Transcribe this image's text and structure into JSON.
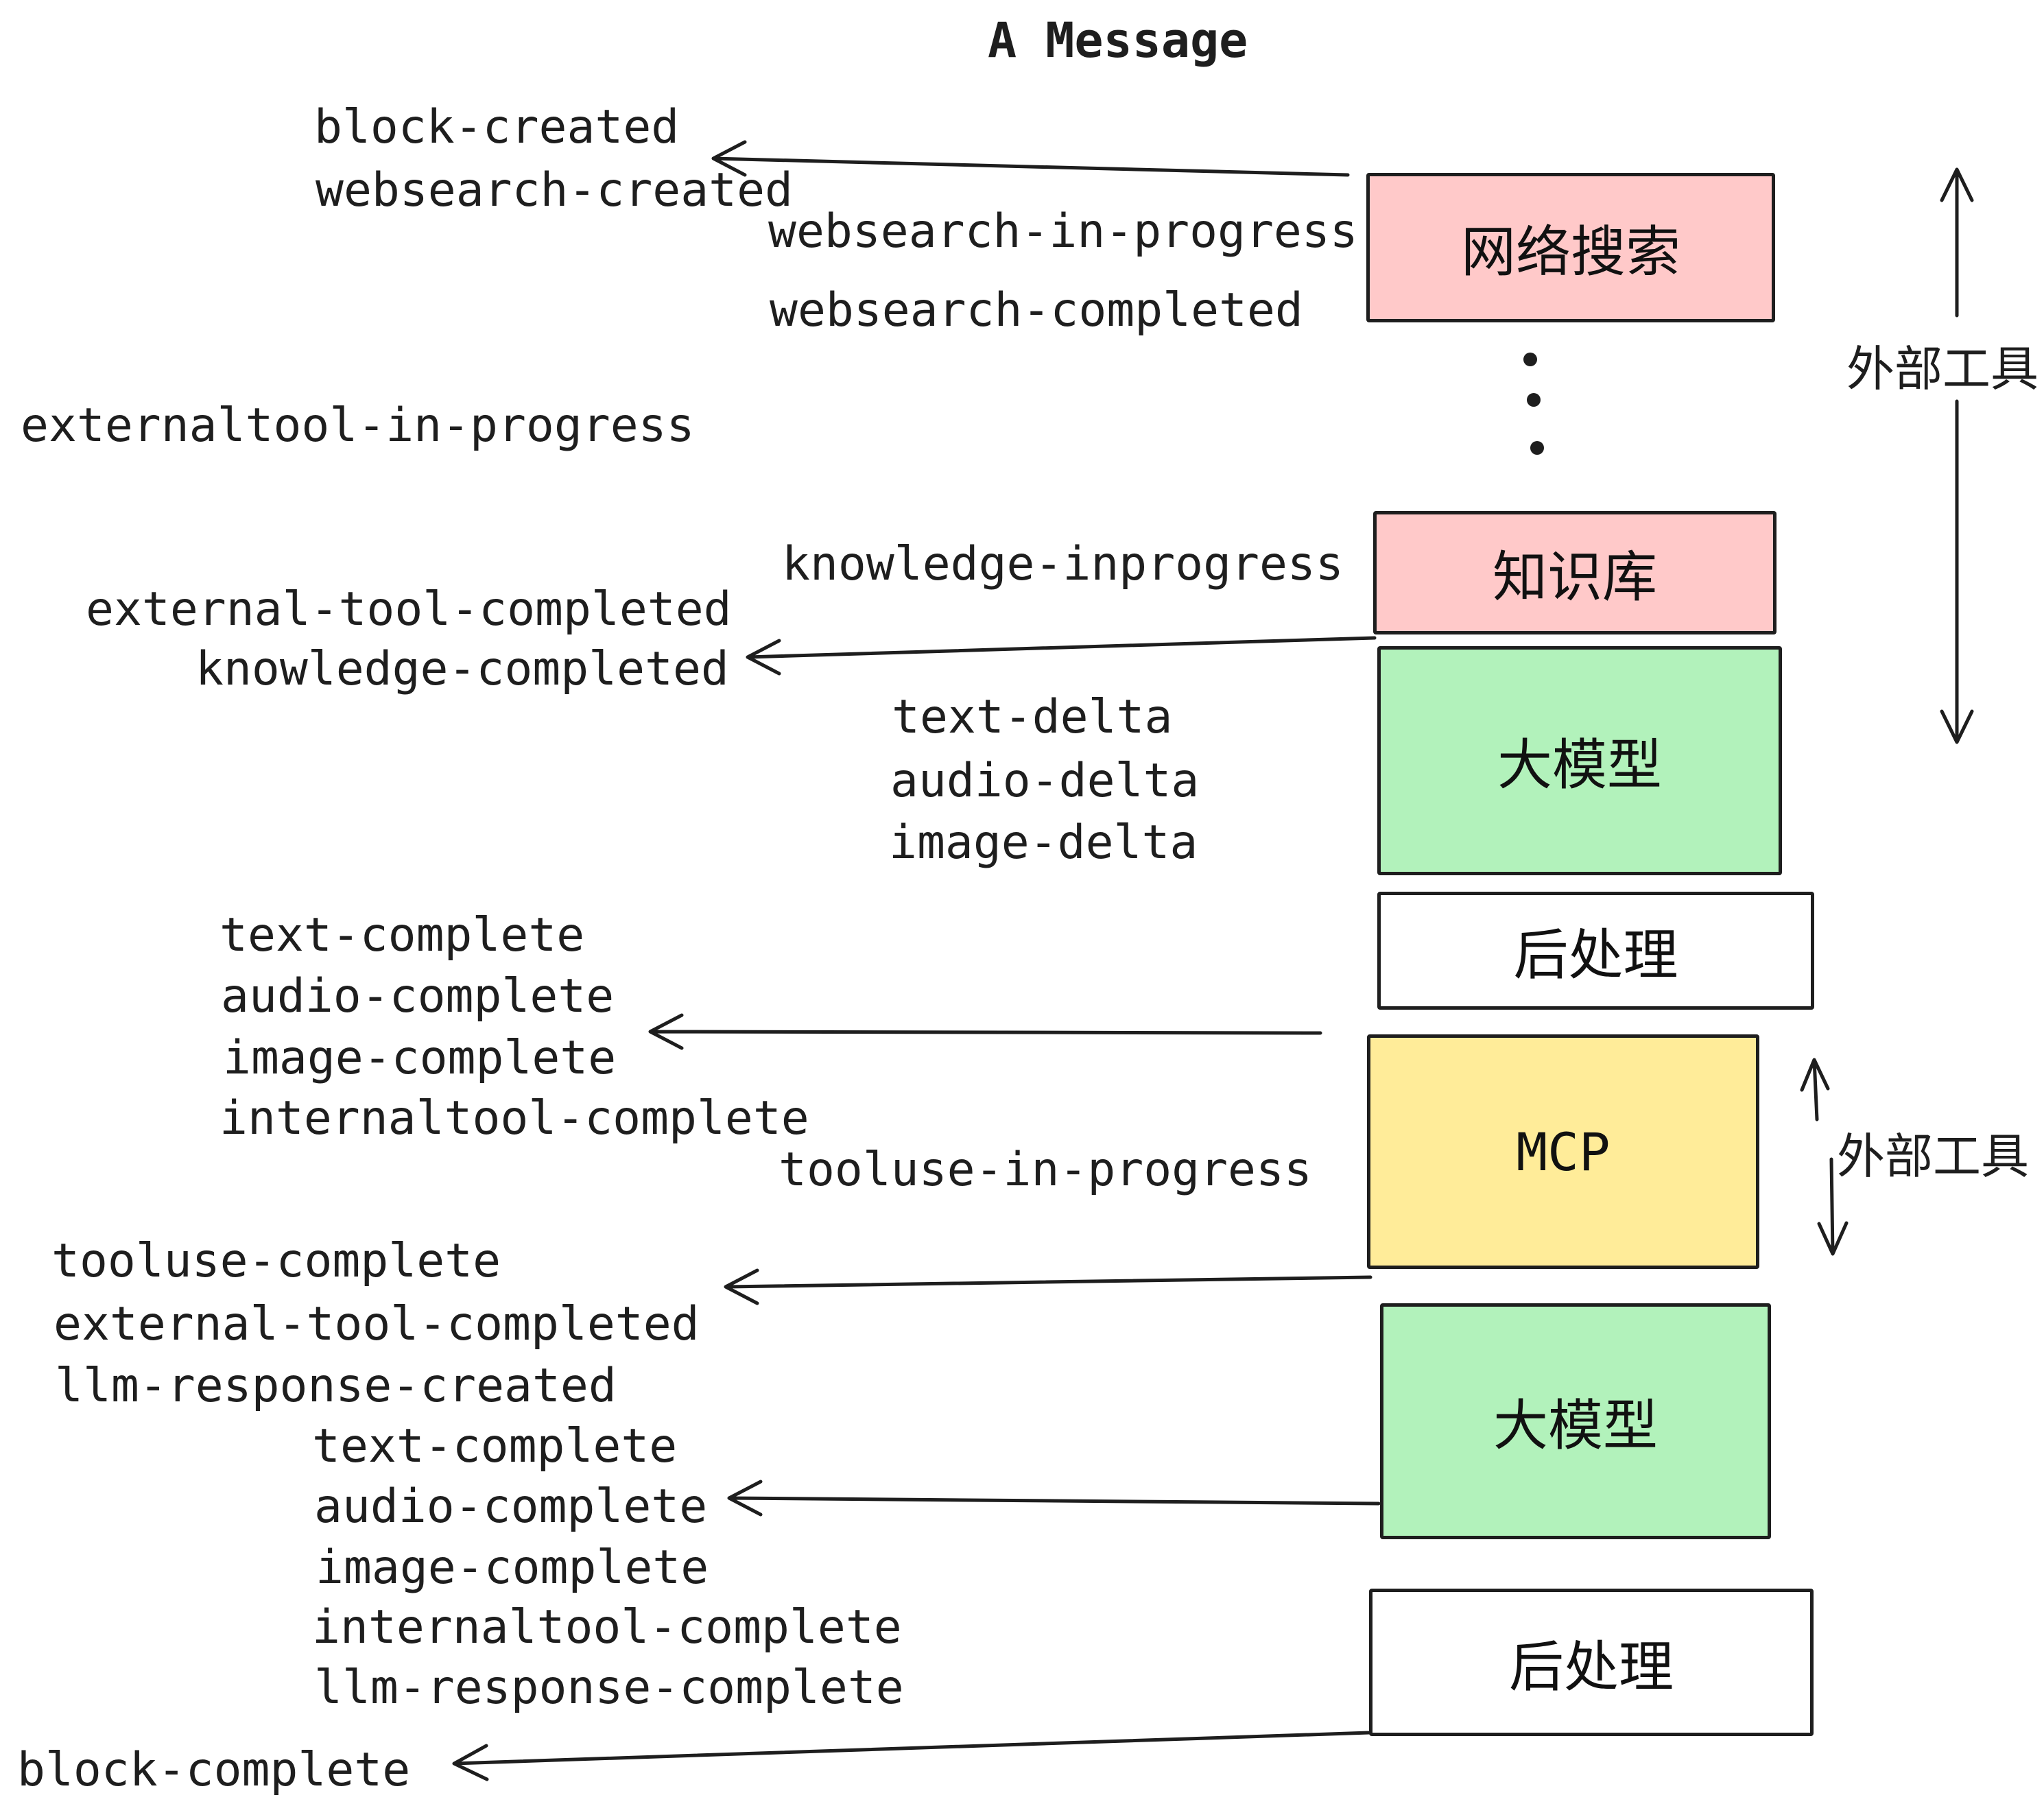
{
  "title": "A Message",
  "events": {
    "block_created": "block-created",
    "websearch_created": "websearch-created",
    "websearch_in_progress": "websearch-in-progress",
    "websearch_completed": "websearch-completed",
    "externaltool_in_progress": "externaltool-in-progress",
    "knowledge_inprogress": "knowledge-inprogress",
    "external_tool_completed": "external-tool-completed",
    "knowledge_completed": "knowledge-completed",
    "text_delta": "text-delta",
    "audio_delta": "audio-delta",
    "image_delta": "image-delta",
    "text_complete": "text-complete",
    "audio_complete": "audio-complete",
    "image_complete": "image-complete",
    "internaltool_complete": "internaltool-complete",
    "tooluse_in_progress": "tooluse-in-progress",
    "tooluse_complete": "tooluse-complete",
    "llm_response_created": "llm-response-created",
    "llm_response_complete": "llm-response-complete",
    "block_complete": "block-complete"
  },
  "boxes": {
    "websearch": "网络搜索",
    "knowledge": "知识库",
    "llm": "大模型",
    "post_process": "后处理",
    "mcp": "MCP"
  },
  "annotations": {
    "external_tools": "外部工具"
  },
  "colors": {
    "pink": "#ffc9c9",
    "green": "#b2f2bb",
    "yellow": "#ffec99",
    "ink": "#1e1e1e",
    "background": "#ffffff"
  }
}
